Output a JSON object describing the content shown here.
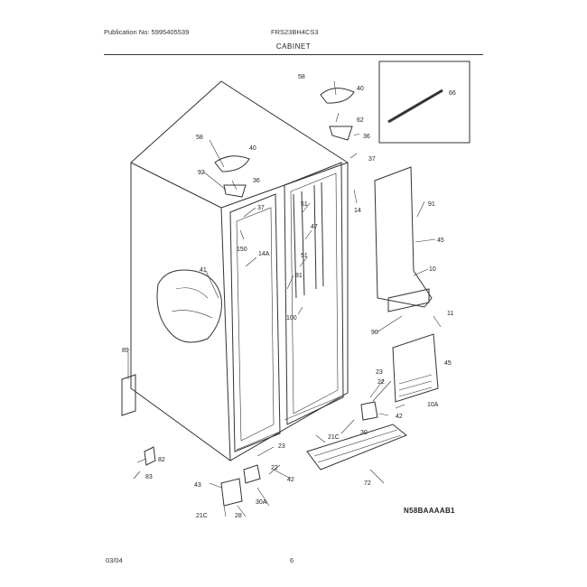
{
  "header": {
    "publication": "Publication No: 5995405539",
    "model": "FRS23BH4CS3",
    "section_title": "CABINET"
  },
  "diagram": {
    "code": "N58BAAAAB1",
    "callouts": [
      "58",
      "40",
      "62",
      "36",
      "66",
      "58",
      "40",
      "92",
      "36",
      "37",
      "37",
      "91",
      "14",
      "150",
      "14A",
      "51",
      "47",
      "51",
      "45",
      "10",
      "41",
      "81",
      "100",
      "11",
      "90",
      "45",
      "89",
      "23",
      "22",
      "10A",
      "42",
      "30",
      "21C",
      "23",
      "82",
      "22",
      "83",
      "42",
      "72",
      "43",
      "30A",
      "21C",
      "28"
    ]
  },
  "footer": {
    "date": "03/04",
    "page": "6"
  }
}
